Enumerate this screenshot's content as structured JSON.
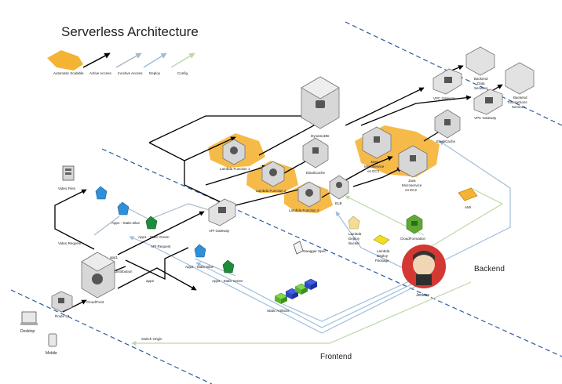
{
  "title": "Serverless Architecture",
  "legend": {
    "scalable": "Automatic Scalable",
    "active": "Active Access",
    "inactive": "InActive Access",
    "deploy": "Deploy",
    "config": "Config"
  },
  "labels": {
    "dynamodb": "DynamoDB",
    "lambda1": "Lambda Function 1",
    "lambda2": "Lambda Function 2",
    "lambda3": "Lambda Function 3",
    "elasticache1": "ElastiCache",
    "elb": "ELB",
    "java1_l1": "Java",
    "java1_l2": "Microservice",
    "java1_l3": "on EC2",
    "java2_l1": "Java",
    "java2_l2": "Microservice",
    "java2_l3": "on EC2",
    "vpc1": "VPC Gateway",
    "vpc2": "VPC Gateway",
    "backend_data_l1": "Backend",
    "backend_data_l2": "Data",
    "backend_data_l3": "Services",
    "backend_tx_l1": "Backend",
    "backend_tx_l2": "Transactions",
    "backend_tx_l3": "Services",
    "elasticache2": "ElastiCache",
    "ami": "AMI",
    "video_files": "Video Files",
    "app1_blue": "App1 - Static Blue",
    "app1_green": "App1 - Static Green",
    "api_gateway": "API Gateway",
    "video_request": "Video Request",
    "api_request": "API Request",
    "app2_blue": "App2 - Static Blue",
    "app2_green": "App2 - Static Green",
    "app1": "app1",
    "app2": "app2",
    "distribution": "Distribution",
    "cloudfront": "CloudFront",
    "route53": "Route 53",
    "desktop": "Desktop",
    "mobile": "Mobile",
    "switch_origin": "Switch Origin",
    "frontend": "Frontend",
    "backend": "Backend",
    "swagger": "Swagger Spec",
    "lambda_bucket_l1": "Lambda",
    "lambda_bucket_l2": "Deploy",
    "lambda_bucket_l3": "Bucket",
    "lambda_pkg_l1": "Lambda",
    "lambda_pkg_l2": "Deploy",
    "lambda_pkg_l3": "Package",
    "cloudformation": "CloudFormation",
    "jenkins": "Jenkins",
    "static_artifacts": "Static Artifacts"
  },
  "colors": {
    "scalable": "#f5b335",
    "active": "#000000",
    "inactive": "#a9b9cc",
    "deploy": "#9fbddb",
    "config": "#bcd9a6",
    "divider": "#2d5aa0",
    "blue_bucket": "#2f8fd8",
    "green_bucket": "#1e8c3a",
    "gray_box": "#d7d7d7"
  }
}
